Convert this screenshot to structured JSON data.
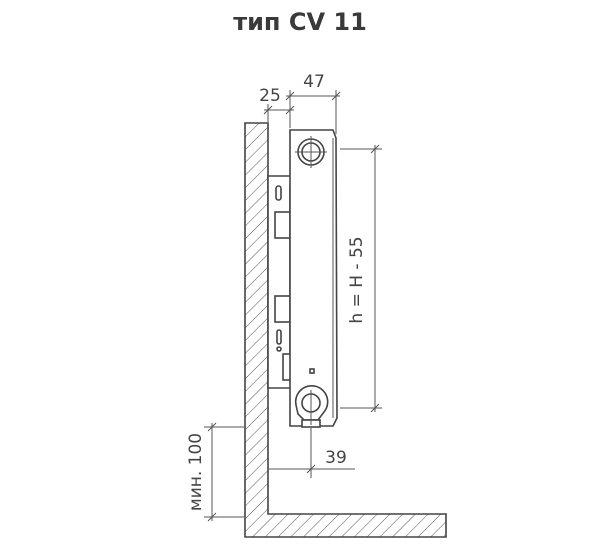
{
  "title": "тип CV 11",
  "dimensions": {
    "wall_gap": "25",
    "depth": "47",
    "height_formula": "h = H - 55",
    "valve_offset": "39",
    "floor_clearance": "мин. 100"
  }
}
